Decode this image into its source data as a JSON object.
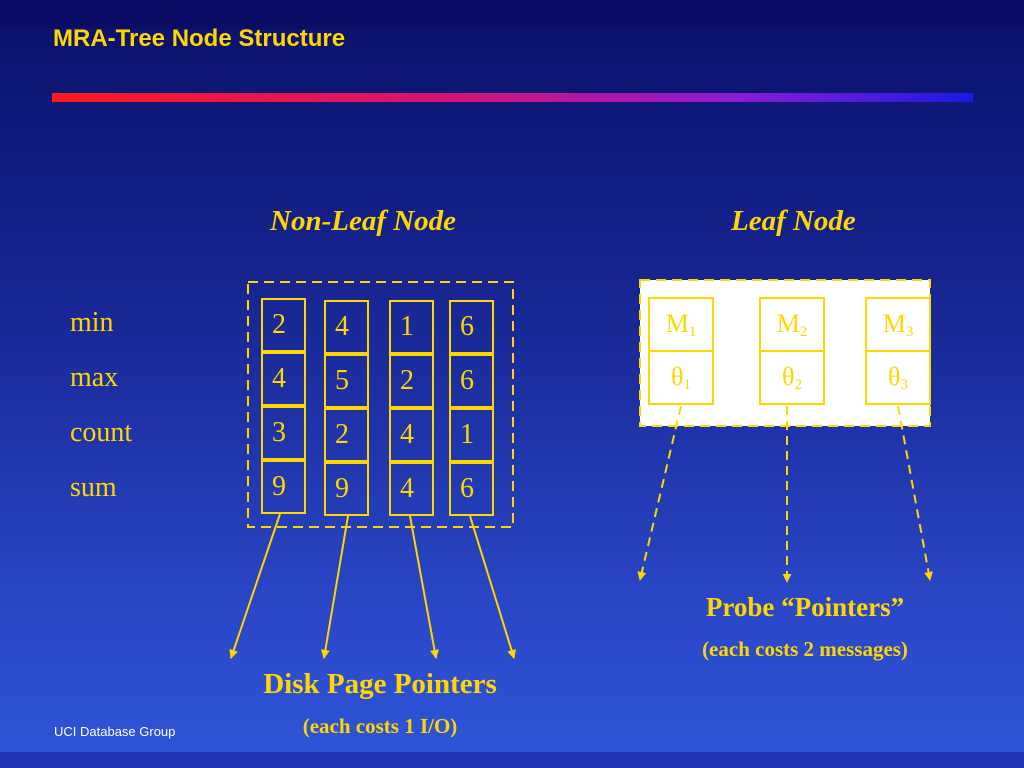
{
  "slide": {
    "title": "MRA-Tree Node Structure",
    "footer": "UCI Database Group"
  },
  "nonleaf": {
    "header": "Non-Leaf Node",
    "row_labels": [
      "min",
      "max",
      "count",
      "sum"
    ],
    "columns": [
      [
        "2",
        "4",
        "3",
        "9"
      ],
      [
        "4",
        "5",
        "2",
        "9"
      ],
      [
        "1",
        "2",
        "4",
        "4"
      ],
      [
        "6",
        "6",
        "1",
        "6"
      ]
    ],
    "caption_main": "Disk Page Pointers",
    "caption_sub": "(each costs 1 I/O)"
  },
  "leaf": {
    "header": "Leaf Node",
    "entries": [
      {
        "top_base": "M",
        "top_sub": "1",
        "bottom_base": "θ",
        "bottom_sub": "1"
      },
      {
        "top_base": "M",
        "top_sub": "2",
        "bottom_base": "θ",
        "bottom_sub": "2"
      },
      {
        "top_base": "M",
        "top_sub": "3",
        "bottom_base": "θ",
        "bottom_sub": "3"
      }
    ],
    "caption_main": "Probe “Pointers”",
    "caption_sub": "(each costs 2 messages)"
  },
  "colors": {
    "text": "#ffd700",
    "footer": "#ffffff",
    "leaf_background": "#ffffff"
  }
}
